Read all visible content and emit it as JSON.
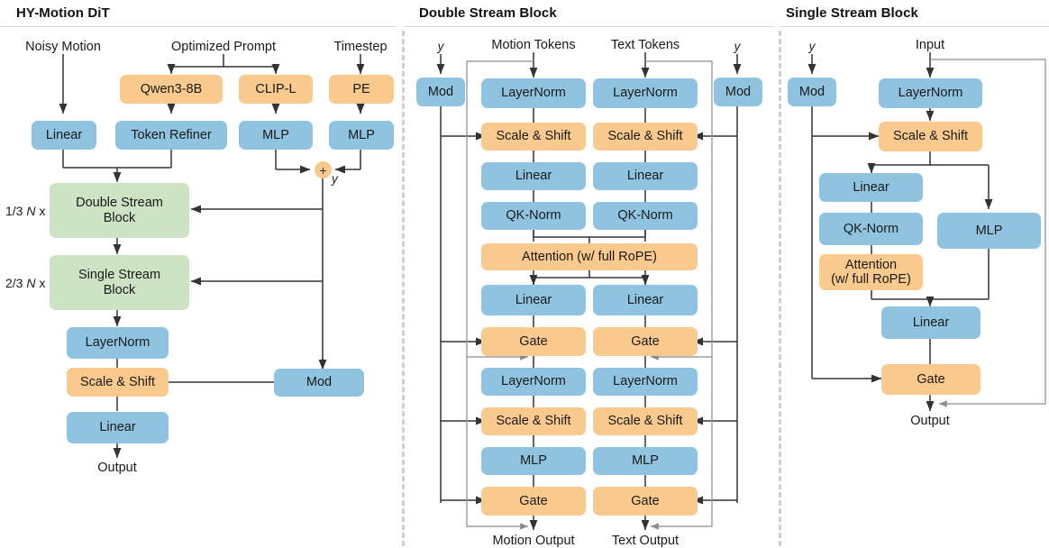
{
  "panels": [
    {
      "title": "HY-Motion DiT"
    },
    {
      "title": "Double Stream Block"
    },
    {
      "title": "Single Stream Block"
    }
  ],
  "colors": {
    "blue": "#8fc3e0",
    "orange": "#f9c98e",
    "green": "#cde3c3",
    "wire": "#333333",
    "wire_light": "#8a8a8a",
    "divider": "#cfcfcf",
    "text": "#1a1a1a"
  },
  "left_panel": {
    "inputs": {
      "noisy_motion": "Noisy Motion",
      "optimized_prompt": "Optimized Prompt",
      "timestep": "Timestep"
    },
    "boxes": {
      "qwen": "Qwen3-8B",
      "clip": "CLIP-L",
      "pe": "PE",
      "linear_top": "Linear",
      "token_refiner": "Token Refiner",
      "mlp_clip": "MLP",
      "mlp_pe": "MLP",
      "double_stream_block": "Double Stream\nBlock",
      "single_stream_block": "Single Stream\nBlock",
      "layernorm": "LayerNorm",
      "scale_shift": "Scale & Shift",
      "linear_out": "Linear",
      "mod": "Mod"
    },
    "annotations": {
      "plus": "+",
      "y": "y",
      "double_repeat_frac": "1/3",
      "double_repeat_n": "N",
      "double_repeat_x": "x",
      "single_repeat_frac": "2/3",
      "single_repeat_n": "N",
      "single_repeat_x": "x",
      "output": "Output"
    }
  },
  "middle_panel": {
    "inputs": {
      "y_left": "y",
      "motion_tokens": "Motion Tokens",
      "text_tokens": "Text Tokens",
      "y_right": "y"
    },
    "mod_left": "Mod",
    "mod_right": "Mod",
    "motion_column": [
      "LayerNorm",
      "Scale & Shift",
      "Linear",
      "QK-Norm",
      "Linear",
      "Gate",
      "LayerNorm",
      "Scale & Shift",
      "MLP",
      "Gate"
    ],
    "text_column": [
      "LayerNorm",
      "Scale & Shift",
      "Linear",
      "QK-Norm",
      "Linear",
      "Gate",
      "LayerNorm",
      "Scale & Shift",
      "MLP",
      "Gate"
    ],
    "attention": "Attention (w/ full RoPE)",
    "outputs": {
      "motion_output": "Motion Output",
      "text_output": "Text Output"
    }
  },
  "right_panel": {
    "inputs": {
      "y": "y",
      "input": "Input"
    },
    "mod": "Mod",
    "boxes": {
      "layernorm": "LayerNorm",
      "scale_shift": "Scale & Shift",
      "linear_q": "Linear",
      "qk_norm": "QK-Norm",
      "attention": "Attention\n(w/ full RoPE)",
      "mlp": "MLP",
      "linear_out": "Linear",
      "gate": "Gate"
    },
    "output": "Output"
  }
}
